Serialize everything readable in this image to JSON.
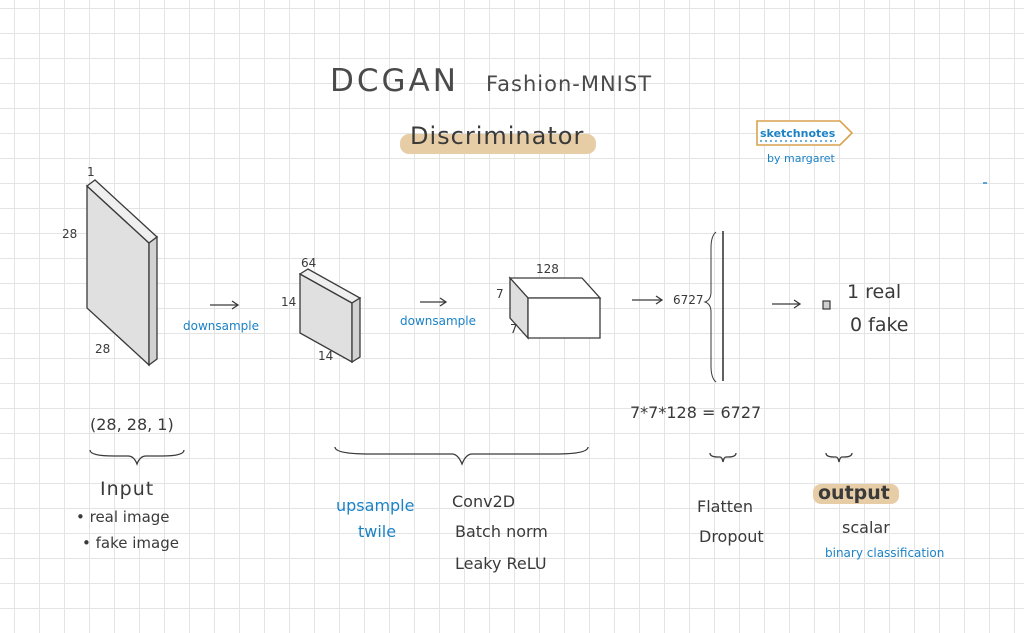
{
  "title": "DCGAN",
  "subtitle": "Fashion-MNIST",
  "heading": "Discriminator",
  "badge": {
    "text": "sketchnotes",
    "byline": "by margaret"
  },
  "input_dims": {
    "depth": "1",
    "height": "28",
    "width": "28"
  },
  "layer1_dims": {
    "depth": "64",
    "height": "14",
    "width": "14"
  },
  "layer2_dims": {
    "depth": "128",
    "height": "7",
    "width": "7"
  },
  "arrow_labels": {
    "first": "downsample",
    "second": "downsample"
  },
  "flatten_size": "6727",
  "flatten_formula": "7*7*128 = 6727",
  "outputs": {
    "real": "1  real",
    "fake": "0  fake"
  },
  "input_shape": "(28, 28, 1)",
  "input_section": {
    "heading": "Input",
    "items": [
      "• real image",
      "• fake image"
    ]
  },
  "conv_section": {
    "note_line1": "upsample",
    "note_line2": "twile",
    "layers": [
      "Conv2D",
      "Batch norm",
      "Leaky ReLU"
    ]
  },
  "flatten_section": {
    "items": [
      "Flatten",
      "Dropout"
    ]
  },
  "output_section": {
    "heading": "output",
    "value": "scalar",
    "note": "binary classification"
  },
  "colors": {
    "accent": "#1b82c6",
    "highlight": "#e7cda6",
    "ink": "#3a3a3a",
    "box_fill": "#e0e0e0"
  }
}
